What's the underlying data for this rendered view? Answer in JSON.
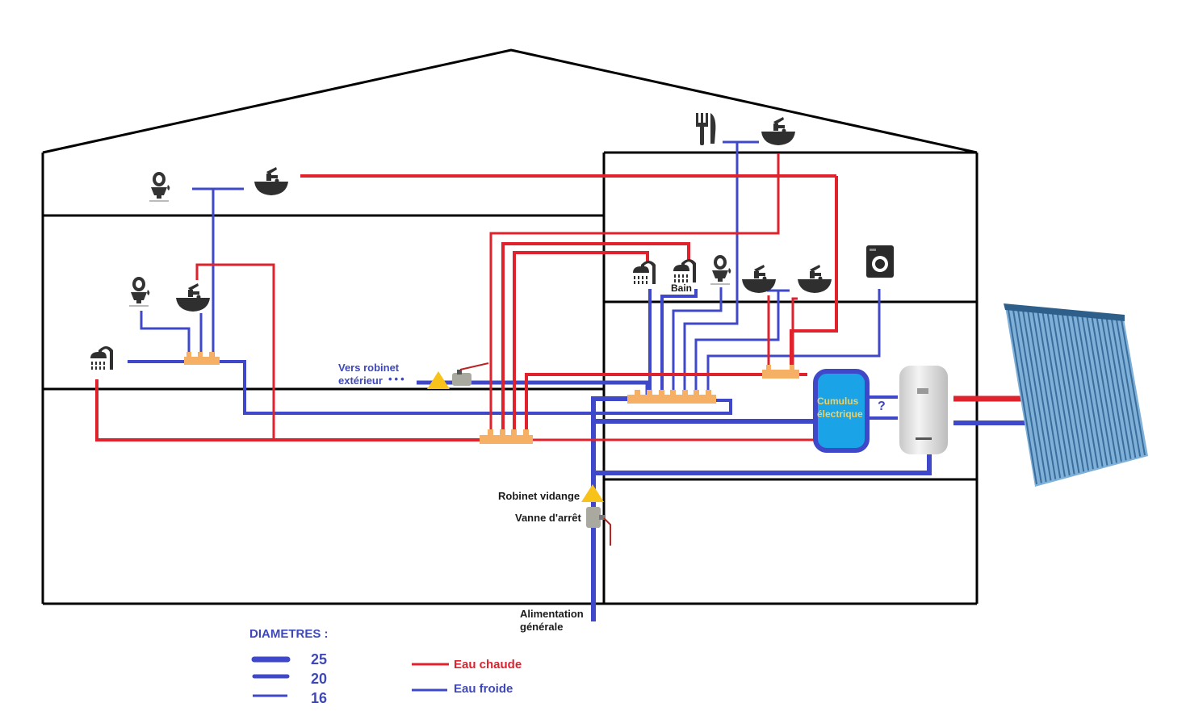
{
  "title": "Schéma plomberie maison - eau chaude / eau froide",
  "colors": {
    "hot_water": "#e0222c",
    "cold_water": "#3f48c8",
    "walls": "#000000",
    "manifold": "#f5b066",
    "warning_triangle": "#f7c21a",
    "cumulus_fill": "#1aa3e6",
    "cumulus_text": "#f0d060"
  },
  "labels": {
    "outdoor_tap": [
      "Vers robinet",
      "extérieur"
    ],
    "bath": "Bain",
    "drain_valve": "Robinet vidange",
    "stop_valve": "Vanne d'arrêt",
    "main_supply": [
      "Alimentation",
      "générale"
    ],
    "cumulus": [
      "Cumulus",
      "électrique"
    ],
    "question_mark": "?"
  },
  "legend": {
    "diameters_title": "DIAMETRES :",
    "diameters": [
      {
        "value": "25"
      },
      {
        "value": "20"
      },
      {
        "value": "16"
      }
    ],
    "water_types": [
      {
        "label": "Eau chaude",
        "type": "hot"
      },
      {
        "label": "Eau froide",
        "type": "cold"
      }
    ]
  },
  "fixtures": [
    {
      "name": "wc-top-floor",
      "icon": "toilet-icon"
    },
    {
      "name": "sink-top-floor",
      "icon": "sink-icon"
    },
    {
      "name": "wc-first-floor",
      "icon": "toilet-icon"
    },
    {
      "name": "sink-first-floor",
      "icon": "sink-icon"
    },
    {
      "name": "shower-first-floor",
      "icon": "shower-icon"
    },
    {
      "name": "kitchen",
      "icon": "cutlery-icon"
    },
    {
      "name": "kitchen-sink",
      "icon": "sink-icon"
    },
    {
      "name": "shower-1",
      "icon": "shower-icon"
    },
    {
      "name": "shower-bath",
      "icon": "shower-icon"
    },
    {
      "name": "wc-annex",
      "icon": "toilet-icon"
    },
    {
      "name": "sink-annex-1",
      "icon": "sink-icon"
    },
    {
      "name": "sink-annex-2",
      "icon": "sink-icon"
    },
    {
      "name": "washing-machine",
      "icon": "washing-machine-icon"
    },
    {
      "name": "water-heater",
      "icon": "water-heater-icon"
    },
    {
      "name": "solar-collector",
      "icon": "solar-panel-icon"
    }
  ]
}
